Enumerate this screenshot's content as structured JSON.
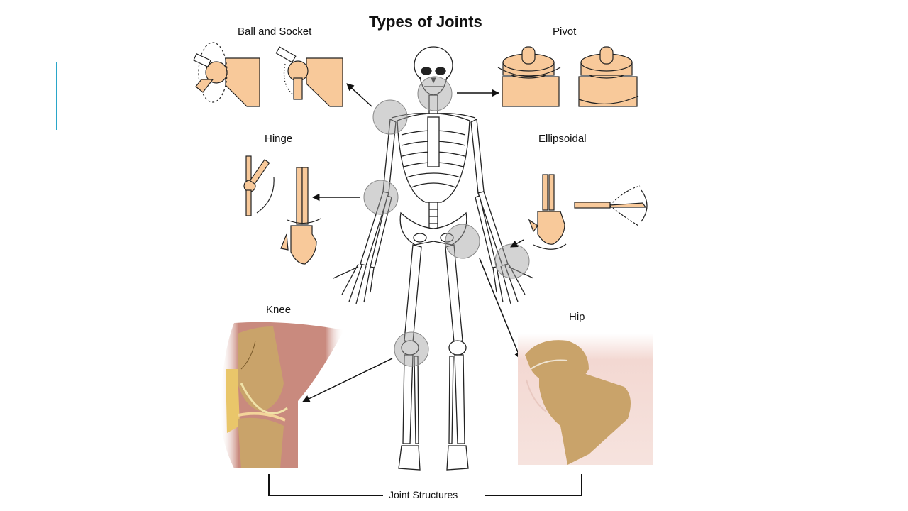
{
  "slide": {
    "title": "Types of Joints",
    "accent_color": "#2aa6c9"
  },
  "joints": {
    "ball_and_socket": "Ball and Socket",
    "pivot": "Pivot",
    "hinge": "Hinge",
    "ellipsoidal": "Ellipsoidal",
    "knee": "Knee",
    "hip": "Hip"
  },
  "bracket_label": "Joint Structures",
  "colors": {
    "model_fill": "#f8c99a",
    "bone_tan": "#c9a36a",
    "tissue_pink": "#c98a7e",
    "joint_highlight": "#9e9e9e"
  }
}
